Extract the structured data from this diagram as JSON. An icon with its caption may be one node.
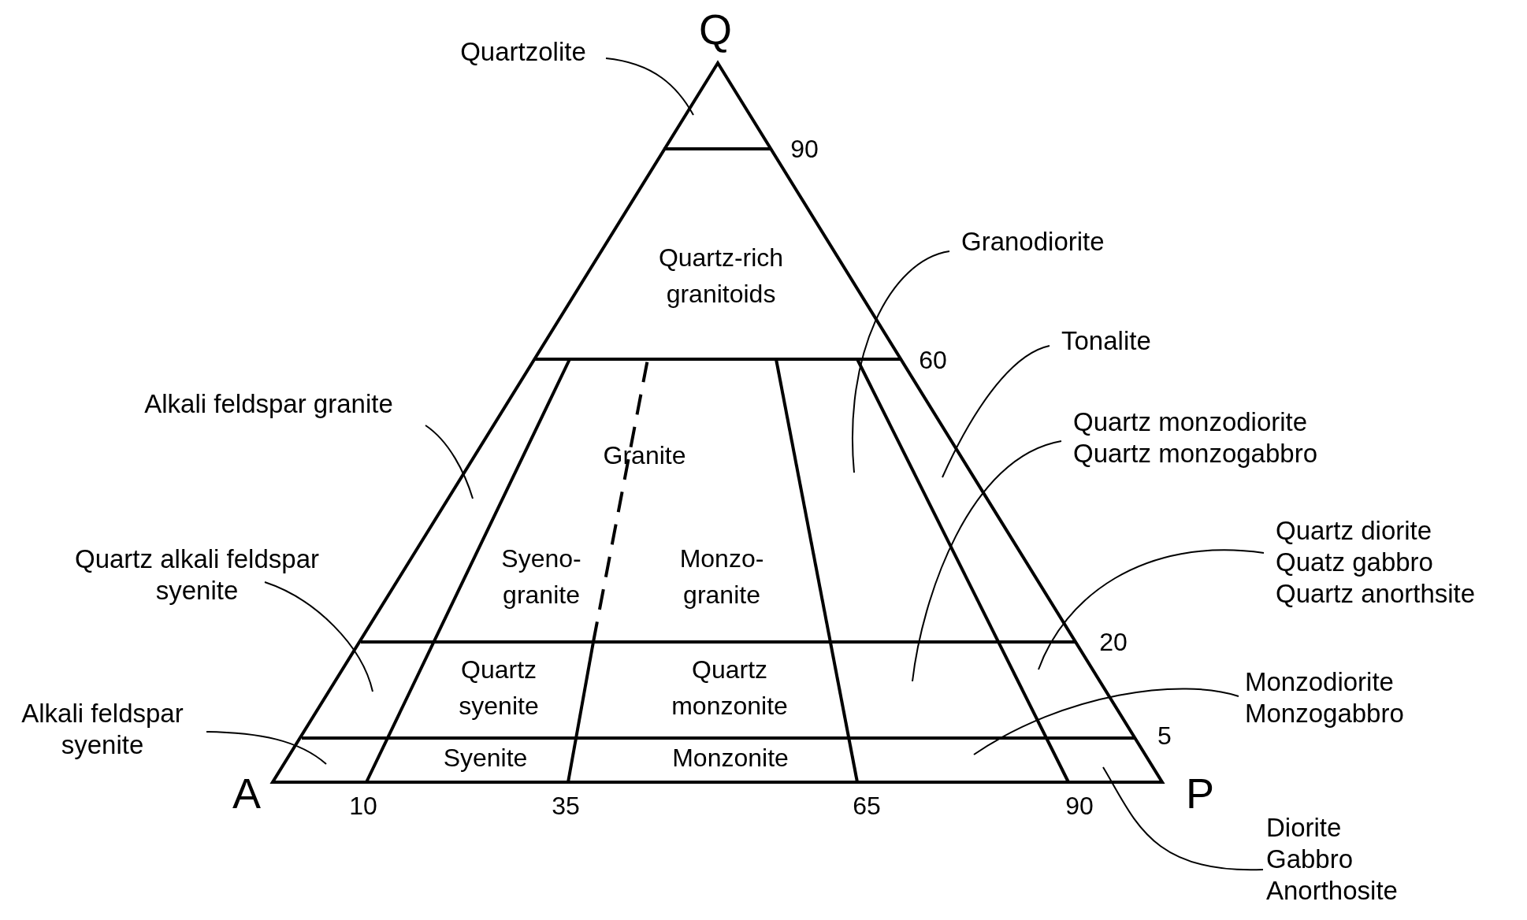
{
  "diagram": {
    "nodes": [
      {
        "text": [
          "Quartzolite"
        ]
      },
      {
        "text": [
          "Granodiorite"
        ]
      },
      {
        "text": [
          "Tonalite"
        ]
      },
      {
        "text": [
          "Alkali feldspar granite"
        ]
      },
      {
        "text": [
          "Quartz monzodiorite",
          "Quartz monzogabbro"
        ]
      },
      {
        "text": [
          "Quartz alkali feldspar syenite"
        ]
      },
      {
        "text": [
          "Quartz diorite",
          "Quatz gabbro",
          "Quartz anorthsite"
        ]
      },
      {
        "text": [
          "Monzodiorite",
          "Monzogabbro"
        ]
      },
      {
        "text": [
          "Alkali feldspar syenite"
        ]
      },
      {
        "text": [
          "Diorite",
          "Gabbro",
          "Anorthosite"
        ]
      }
    ],
    "edges": [
      {
        "from": 0,
        "to": null,
        "arrow": "none"
      },
      {
        "from": 1,
        "to": null,
        "arrow": "none"
      },
      {
        "from": 2,
        "to": null,
        "arrow": "none"
      },
      {
        "from": 3,
        "to": null,
        "arrow": "none"
      },
      {
        "from": 4,
        "to": null,
        "arrow": "none"
      },
      {
        "from": 5,
        "to": null,
        "arrow": "none"
      },
      {
        "from": 6,
        "to": null,
        "arrow": "none"
      },
      {
        "from": 7,
        "to": null,
        "arrow": "none"
      },
      {
        "from": 8,
        "to": null,
        "arrow": "none"
      },
      {
        "from": 9,
        "to": null,
        "arrow": "none"
      }
    ],
    "labels": [
      "Q",
      "90",
      "Quartz-rich granitoids",
      "60",
      "Granite",
      "Syeno-granite",
      "Monzo-granite",
      "20",
      "Quartz syenite",
      "Quartz monzonite",
      "5",
      "Syenite",
      "Monzonite",
      "A",
      "P",
      "10",
      "35",
      "65",
      "90"
    ]
  }
}
